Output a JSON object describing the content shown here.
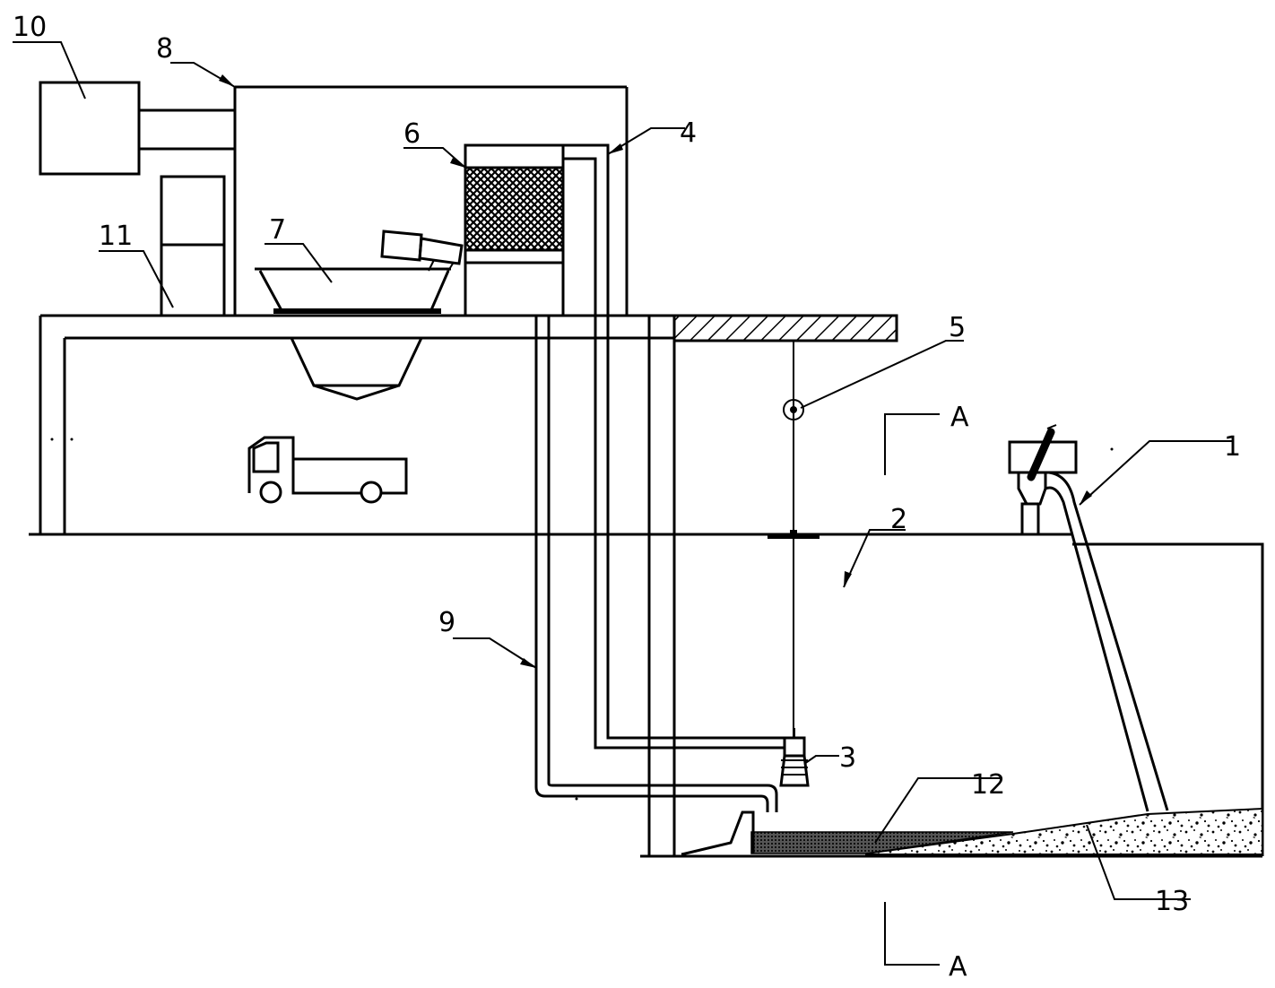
{
  "labels": {
    "l1": "1",
    "l2": "2",
    "l3": "3",
    "l4": "4",
    "l5": "5",
    "l6": "6",
    "l7": "7",
    "l8": "8",
    "l9": "9",
    "l10": "10",
    "l11": "11",
    "l12": "12",
    "l13": "13"
  },
  "section": {
    "top_mark": "A",
    "bottom_mark": "A"
  }
}
